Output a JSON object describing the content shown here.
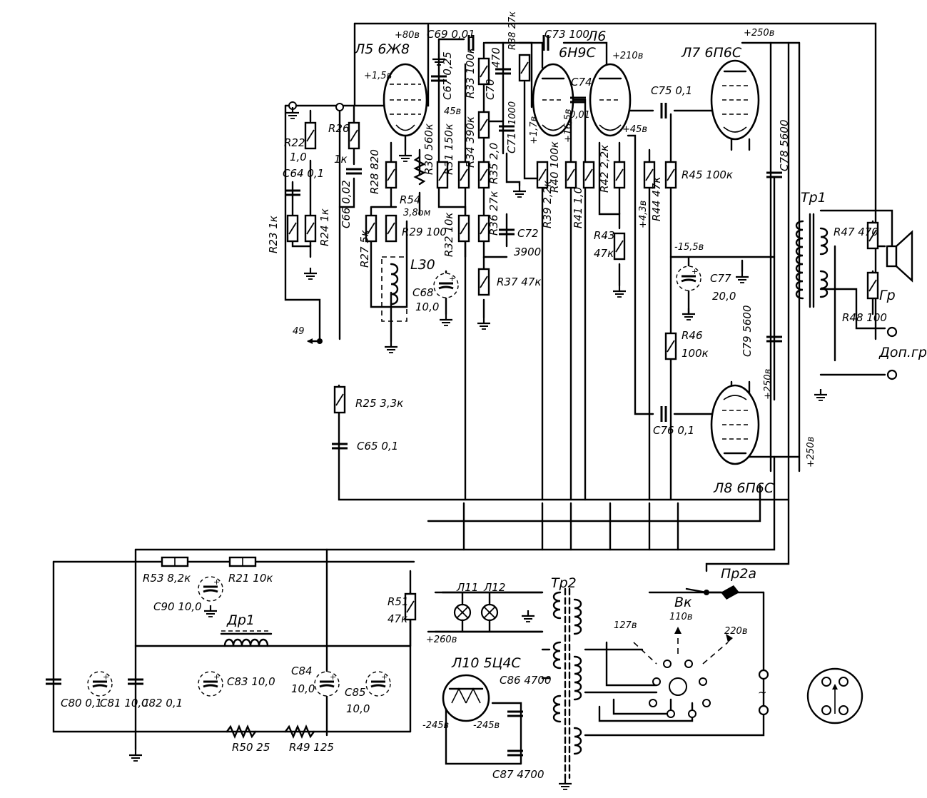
{
  "tubes": {
    "l5": "Л5 6Ж8",
    "l6a": "Л6",
    "l6b": "6Н9С",
    "l7": "Л7 6П6С",
    "l8": "Л8 6П6С",
    "l10": "Л10 5Ц4С",
    "l11": "Л11",
    "l12": "Л12"
  },
  "voltages": {
    "v80": "+80в",
    "v15": "+1,5в",
    "v45a": "45в",
    "v210": "+210в",
    "v17": "+1,7в",
    "v165": "+16,5в",
    "v45b": "+45в",
    "v43": "+4,3в",
    "v250top": "+250в",
    "vneg155": "-15,5в",
    "v250a": "+250в",
    "v250b": "+250в",
    "v260": "+260в",
    "vneg245a": "-245в",
    "vneg245b": "-245в",
    "v127": "127в",
    "v110": "110в",
    "v220": "220в",
    "dc38": "3,8ом",
    "node49": "49"
  },
  "resistors": {
    "r22": "R22",
    "r22v": "1,0",
    "r23": "R23 1к",
    "r24": "R24 1к",
    "r25": "R25 3,3к",
    "r26": "R26",
    "r26v": "1к",
    "r27": "R27 5к",
    "r28": "R28 820",
    "r29": "R29 100",
    "r30": "R30 560к",
    "r31": "R31 150к",
    "r32": "R32 10к",
    "r33": "R33 100к",
    "r34": "R34 390к",
    "r35": "R35 2,0",
    "r36": "R36 27к",
    "r37": "R37 47к",
    "r38": "R38 27к",
    "r39": "R39 2,2к",
    "r40": "R40 100к",
    "r41": "R41 1,0",
    "r42": "R42 2,2к",
    "r43": "R43",
    "r43v": "47к",
    "r44": "R44 47к",
    "r45": "R45 100к",
    "r46": "R46",
    "r46v": "100к",
    "r47": "R47 470",
    "r48": "R48 100",
    "r49": "R49 125",
    "r50": "R50 25",
    "r51": "R51",
    "r51v": "47к",
    "r53": "R53 8,2к",
    "r21": "R21 10к",
    "r54": "R54"
  },
  "capacitors": {
    "c64": "C64 0,1",
    "c65": "C65 0,1",
    "c66": "C66 0,02",
    "c67": "C67 0,25",
    "c68": "C68",
    "c68v": "10,0",
    "c69": "C69 0,01",
    "c70": "C70",
    "c70v": "470",
    "c71": "C71",
    "c71v": "1000",
    "c72": "C72",
    "c72v": "3900",
    "c73": "C73 100",
    "c74": "C74",
    "c74v": "0,01",
    "c75": "C75 0,1",
    "c76": "C76 0,1",
    "c77": "C77",
    "c77v": "20,0",
    "c78": "C78 5600",
    "c79": "C79 5600",
    "c80": "C80 0,1",
    "c81": "C81 10,0",
    "c82": "C82 0,1",
    "c83": "C83 10,0",
    "c84": "C84",
    "c84v": "10,0",
    "c85": "C85",
    "c85v": "10,0",
    "c86": "C86 4700",
    "c87": "C87 4700",
    "c90": "C90 10,0"
  },
  "other": {
    "l30": "L30",
    "tr1": "Тр1",
    "tr2": "Тр2",
    "dr1": "Др1",
    "pr2a": "Пр2а",
    "vk": "Вк",
    "gr": "Гр",
    "dopgr": "Доп.гр"
  }
}
